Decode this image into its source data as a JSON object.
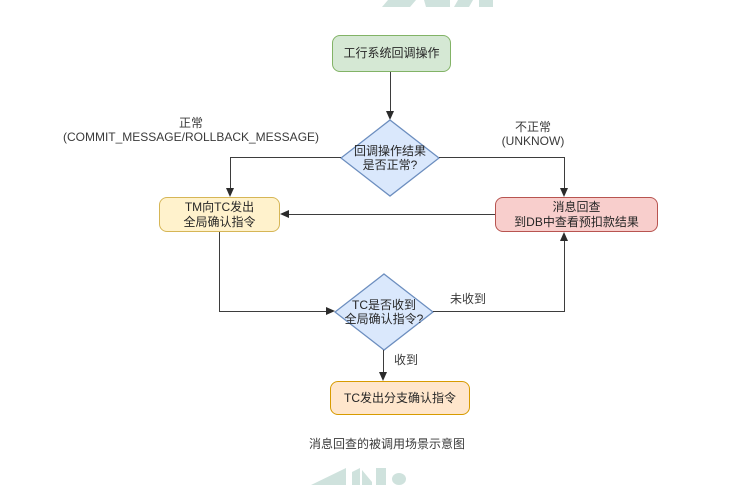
{
  "caption": "消息回查的被调用场景示意图",
  "nodes": {
    "start": {
      "label": "工行系统回调操作"
    },
    "decision1": {
      "line1": "回调操作结果",
      "line2": "是否正常?"
    },
    "tm": {
      "line1": "TM向TC发出",
      "line2": "全局确认指令"
    },
    "recheck": {
      "line1": "消息回查",
      "line2": "到DB中查看预扣款结果"
    },
    "decision2": {
      "line1": "TC是否收到",
      "line2": "全局确认指令?"
    },
    "branch": {
      "label": "TC发出分支确认指令"
    }
  },
  "edges": {
    "normal": {
      "line1": "正常",
      "line2": "(COMMIT_MESSAGE/ROLLBACK_MESSAGE)"
    },
    "abnormal": {
      "line1": "不正常",
      "line2": "(UNKNOW)"
    },
    "not_received": "未收到",
    "received": "收到"
  },
  "colors": {
    "start_fill": "#d5e8d4",
    "start_stroke": "#82b366",
    "decision_fill": "#dae8fc",
    "decision_stroke": "#6c8ebf",
    "tm_fill": "#fff2cc",
    "tm_stroke": "#d6b656",
    "recheck_fill": "#f8cecc",
    "recheck_stroke": "#b85450",
    "branch_fill": "#ffe6cc",
    "branch_stroke": "#d79b00",
    "connector": "#3d3d3d",
    "watermark": "#cfe2dd"
  }
}
